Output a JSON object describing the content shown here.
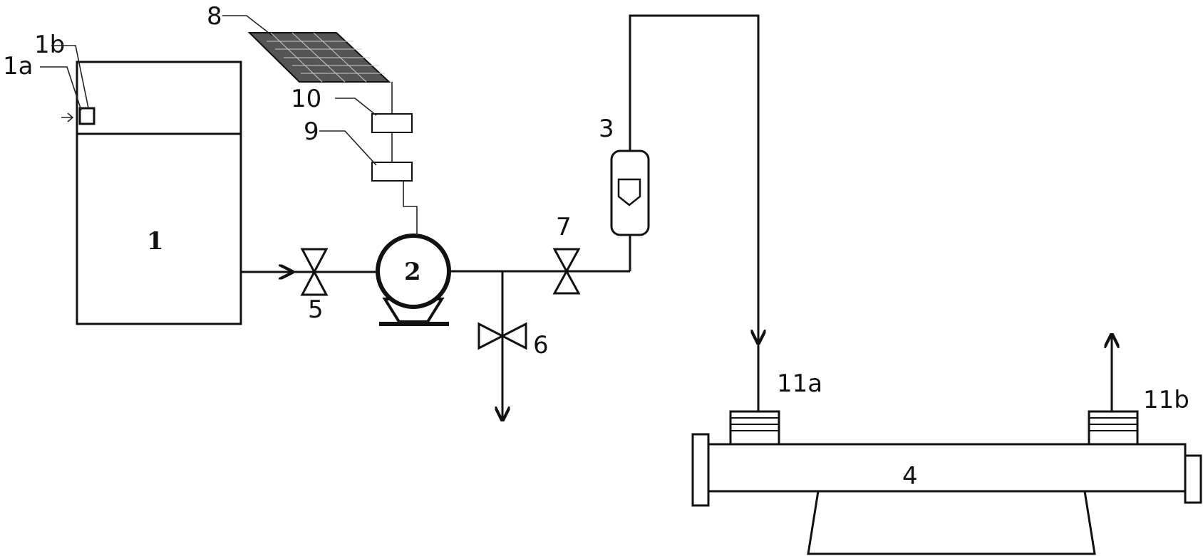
{
  "labels": {
    "tank": "1",
    "tank_inlet": "1a",
    "tank_sensor": "1b",
    "pump": "2",
    "flowmeter": "3",
    "reactor": "4",
    "valve_inlet": "5",
    "valve_drain": "6",
    "valve_outlet": "7",
    "solar_panel": "8",
    "controller_9": "9",
    "controller_10": "10",
    "port_in": "11a",
    "port_out": "11b"
  },
  "colors": {
    "line": "#111111",
    "background": "#ffffff"
  }
}
